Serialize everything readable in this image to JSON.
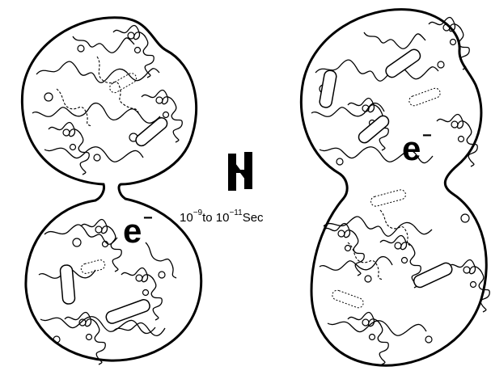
{
  "left_assembly": {
    "electron_label": "e",
    "electron_sign": "−"
  },
  "right_assembly": {
    "electron_label": "e",
    "electron_sign": "−"
  },
  "equilibrium": {
    "time_base1": "10",
    "time_exp1": "−9",
    "time_mid": "to 10",
    "time_exp2": "−11",
    "time_unit": "Sec"
  }
}
